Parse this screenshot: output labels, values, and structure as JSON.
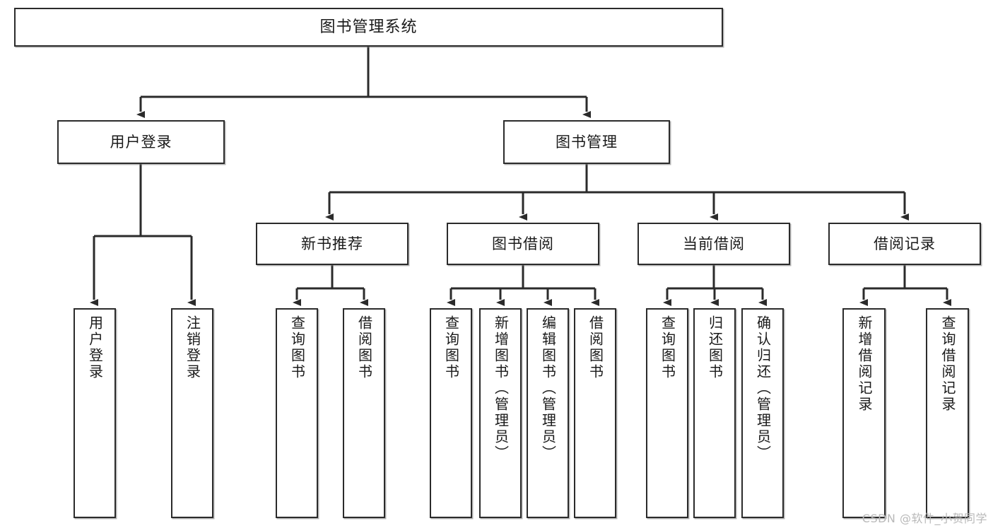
{
  "diagram": {
    "type": "tree",
    "title": "图书管理系统",
    "orientation": "top-down",
    "colors": {
      "background": "#ffffff",
      "box_fill": "#ffffff",
      "box_border": "#2b2b2b",
      "connector": "#2b2b2b",
      "text": "#1a1a1a",
      "watermark": "#b9b9b9"
    }
  },
  "watermark": {
    "text": "CSDN @软件_小贺同学"
  },
  "nodes": {
    "root": {
      "label": "图书管理系统"
    },
    "level2": [
      {
        "id": "user-login",
        "label": "用户登录"
      },
      {
        "id": "book-manage",
        "label": "图书管理"
      }
    ],
    "level3": [
      {
        "id": "new-book-rec",
        "label": "新书推荐"
      },
      {
        "id": "book-borrow",
        "label": "图书借阅"
      },
      {
        "id": "current-borrow",
        "label": "当前借阅"
      },
      {
        "id": "borrow-record",
        "label": "借阅记录"
      }
    ],
    "leaves": {
      "user-login": [
        {
          "id": "leaf-user-login",
          "label": "用户登录"
        },
        {
          "id": "leaf-user-logout",
          "label": "注销登录"
        }
      ],
      "new-book-rec": [
        {
          "id": "leaf-query-book-1",
          "label": "查询图书"
        },
        {
          "id": "leaf-borrow-book-1",
          "label": "借阅图书"
        }
      ],
      "book-borrow": [
        {
          "id": "leaf-query-book-2",
          "label": "查询图书"
        },
        {
          "id": "leaf-add-book",
          "label": "新增图书（管理员）"
        },
        {
          "id": "leaf-edit-book",
          "label": "编辑图书（管理员）"
        },
        {
          "id": "leaf-borrow-book-2",
          "label": "借阅图书"
        }
      ],
      "current-borrow": [
        {
          "id": "leaf-query-book-3",
          "label": "查询图书"
        },
        {
          "id": "leaf-return-book",
          "label": "归还图书"
        },
        {
          "id": "leaf-confirm-return",
          "label": "确认归还（管理员）"
        }
      ],
      "borrow-record": [
        {
          "id": "leaf-add-record",
          "label": "新增借阅记录"
        },
        {
          "id": "leaf-query-record",
          "label": "查询借阅记录"
        }
      ]
    }
  }
}
